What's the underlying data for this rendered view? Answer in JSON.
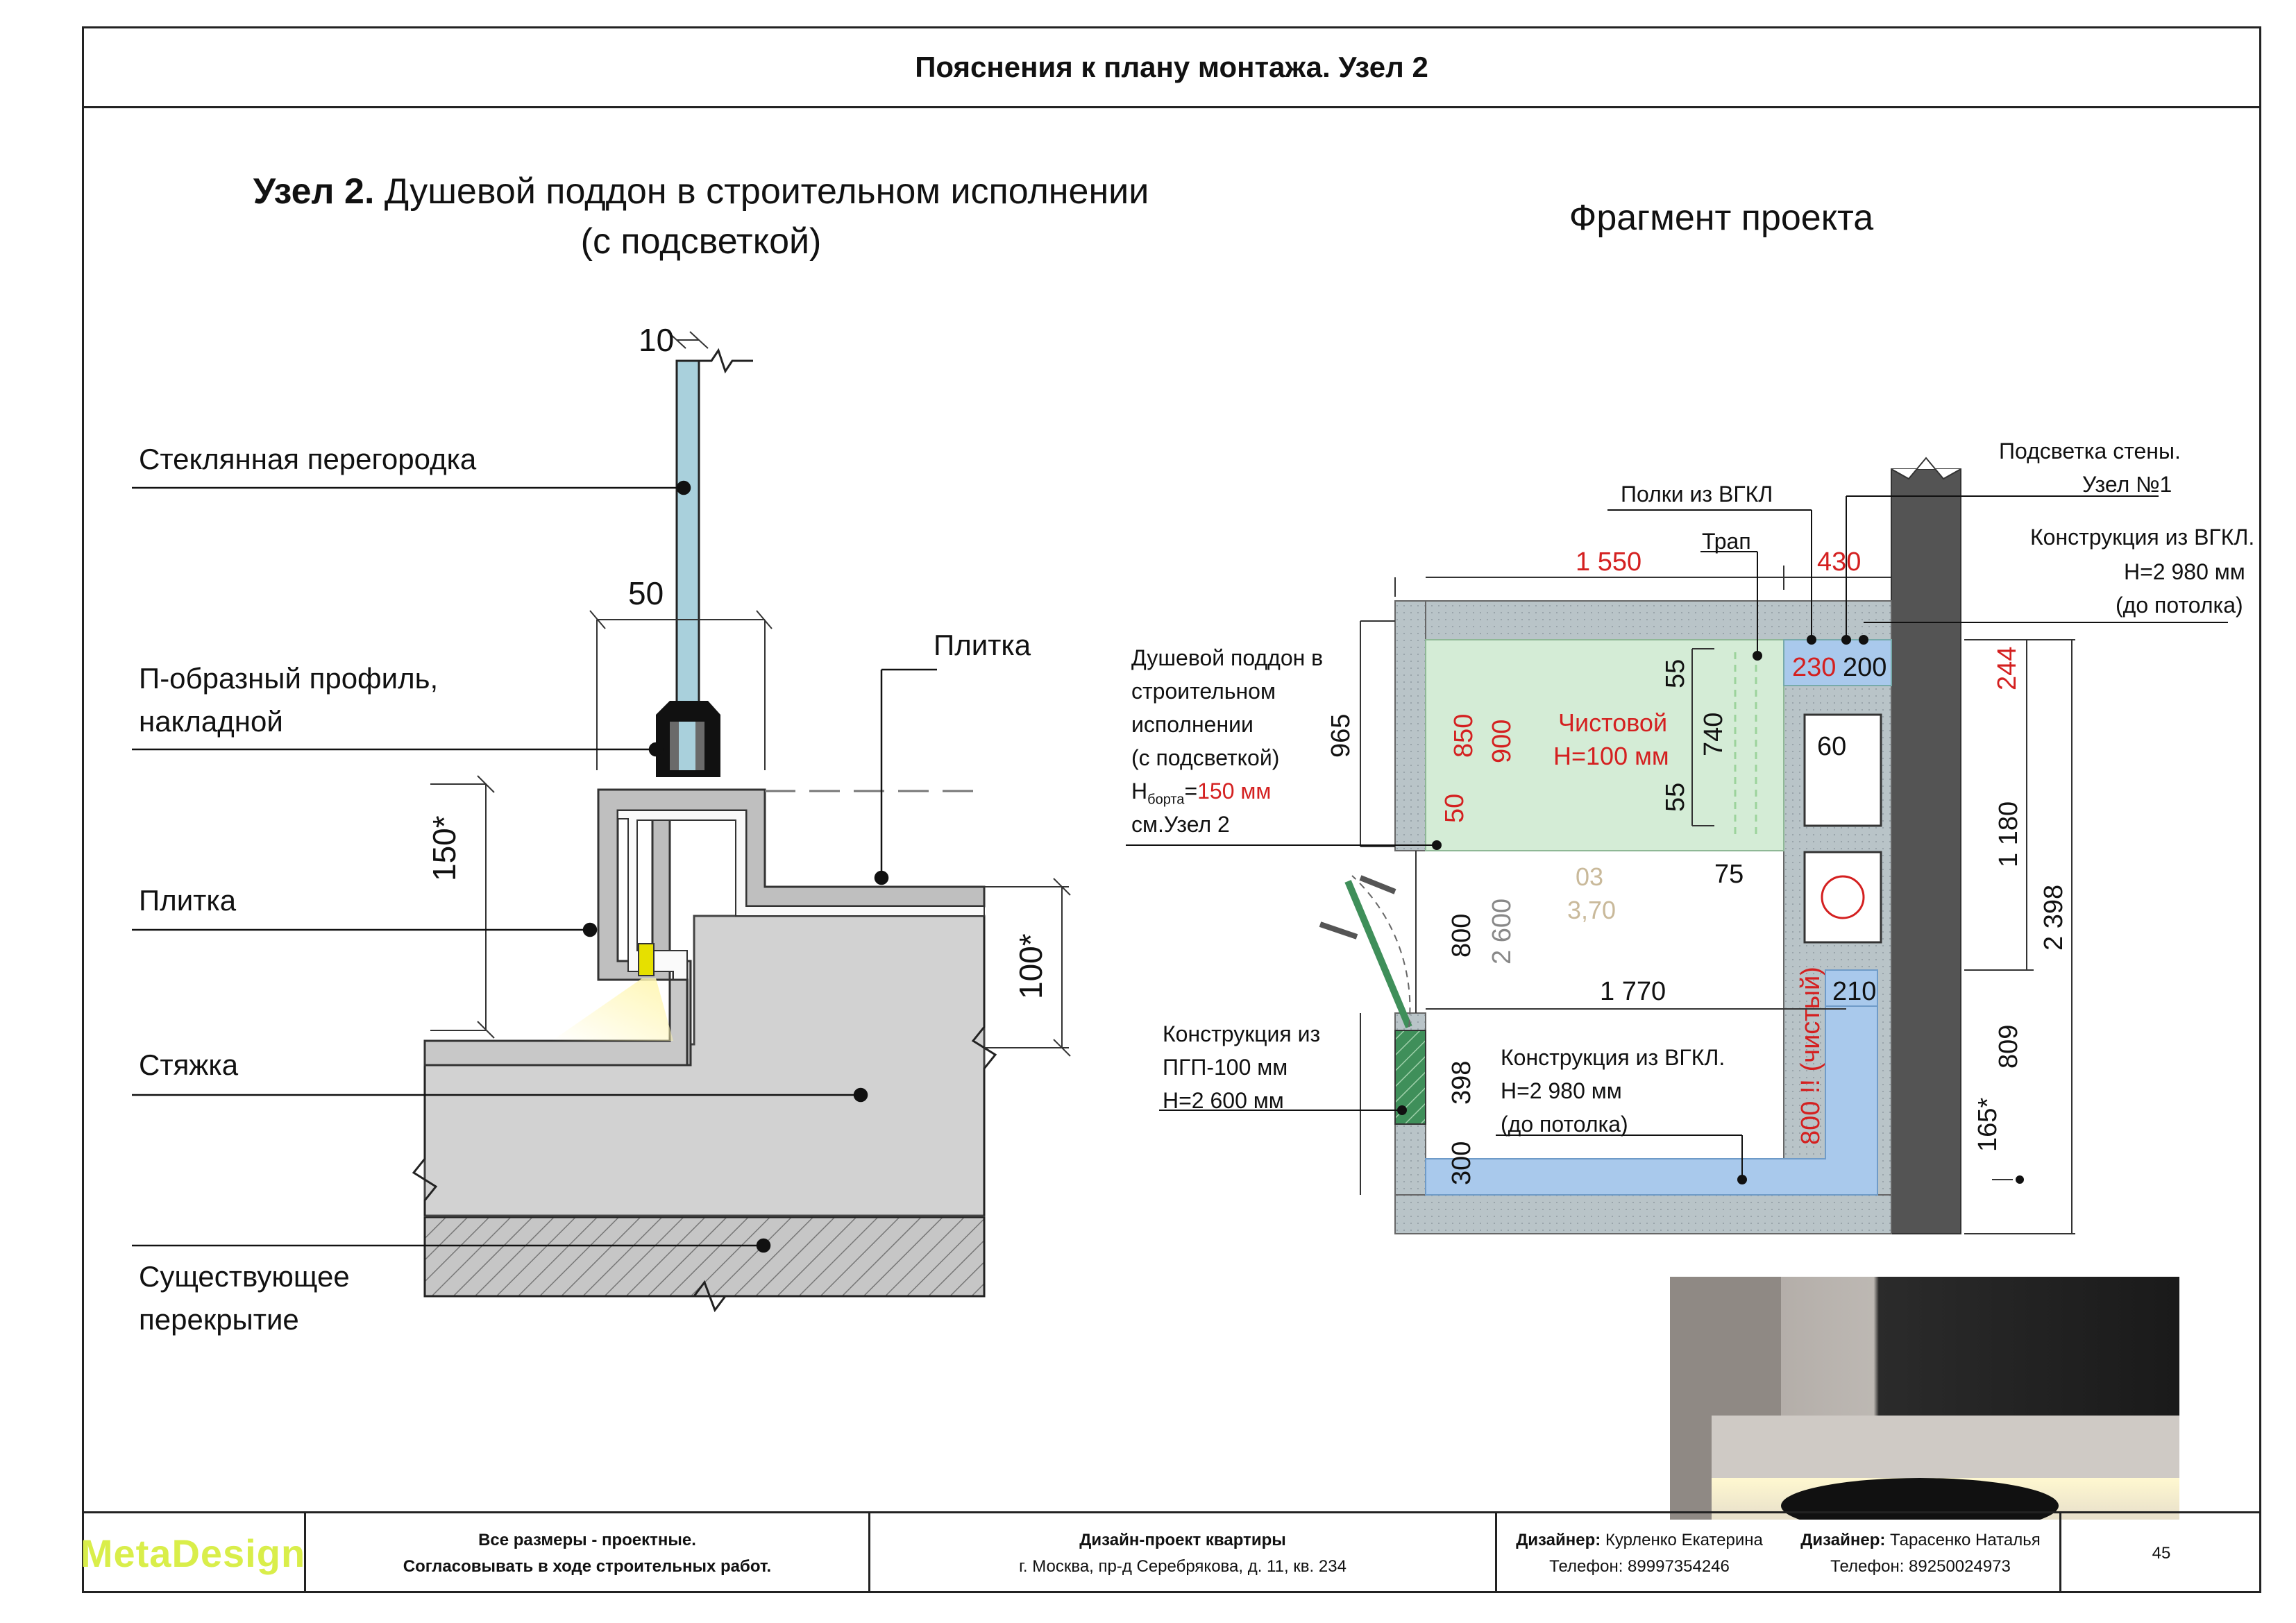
{
  "header": {
    "title": "Пояснения к плану монтажа. Узел 2"
  },
  "left": {
    "title_bold": "Узел 2.",
    "title_rest": "Душевой поддон в строительном исполнении",
    "title_line2": "(с подсветкой)",
    "labels": {
      "glass": "Стеклянная перегородка",
      "profile_1": "П-образный профиль,",
      "profile_2": "накладной",
      "tile_top": "Плитка",
      "tile_left": "Плитка",
      "screed": "Стяжка",
      "slab_1": "Существующее",
      "slab_2": "перекрытие"
    },
    "dims": {
      "d10": "10",
      "d50": "50",
      "d150": "150*",
      "d100": "100*"
    }
  },
  "right": {
    "title": "Фрагмент проекта",
    "labels": {
      "wall_light_1": "Подсветка стены.",
      "wall_light_2": "Узел №1",
      "shelves": "Полки из ВГКЛ",
      "drain": "Трап",
      "gkl_top_1": "Конструкция из ВГКЛ.",
      "gkl_top_2": "H=2 980 мм",
      "gkl_top_3": "(до потолка)",
      "tray_1": "Душевой поддон в",
      "tray_2": "строительном",
      "tray_3": "исполнении",
      "tray_4": "(с подсветкой)",
      "tray_5a": "H",
      "tray_5sub": "борта",
      "tray_5b": "=",
      "tray_5c": "150 мм",
      "tray_6": "см.Узел 2",
      "finish_1": "Чистовой",
      "finish_2": "H=100 мм",
      "room_no": "03",
      "room_area": "3,70",
      "pgp_1": "Конструкция из",
      "pgp_2": "ПГП-100 мм",
      "pgp_3": "H=2 600 мм",
      "gkl_bot_1": "Конструкция из ВГКЛ.",
      "gkl_bot_2": "H=2 980 мм",
      "gkl_bot_3": "(до потолка)"
    },
    "dims": {
      "d1550": "1 550",
      "d430": "430",
      "d230": "230",
      "d200": "200",
      "d244": "244",
      "d965": "965",
      "d850": "850",
      "d900": "900",
      "d55a": "55",
      "d740": "740",
      "d55b": "55",
      "d60": "60",
      "d50": "50",
      "d75": "75",
      "d800": "800",
      "d2600": "2 600",
      "d1770": "1 770",
      "d210": "210",
      "d800clean": "800 !! (чистый)",
      "d398": "398",
      "d300": "300",
      "d1180": "1 180",
      "d2398": "2 398",
      "d809": "809",
      "d165": "165*"
    }
  },
  "footer": {
    "logo": "MetaDesign",
    "note_1": "Все размеры - проектные.",
    "note_2": "Согласовывать в ходе строительных работ.",
    "project_title": "Дизайн-проект квартиры",
    "project_addr": "г. Москва, пр-д Серебрякова, д. 11, кв. 234",
    "d1_label": "Дизайнер:",
    "d1_name": "Курленко Екатерина",
    "d1_phone": "Телефон: 89997354246",
    "d2_label": "Дизайнер:",
    "d2_name": "Тарасенко Наталья",
    "d2_phone": "Телефон: 89250024973",
    "page": "45"
  },
  "colors": {
    "accent_red": "#d42020",
    "logo": "#d9ee4a",
    "wet_zone": "#d4ecd6",
    "gkl": "#a9c9ec",
    "glass": "#a9d0dc"
  }
}
